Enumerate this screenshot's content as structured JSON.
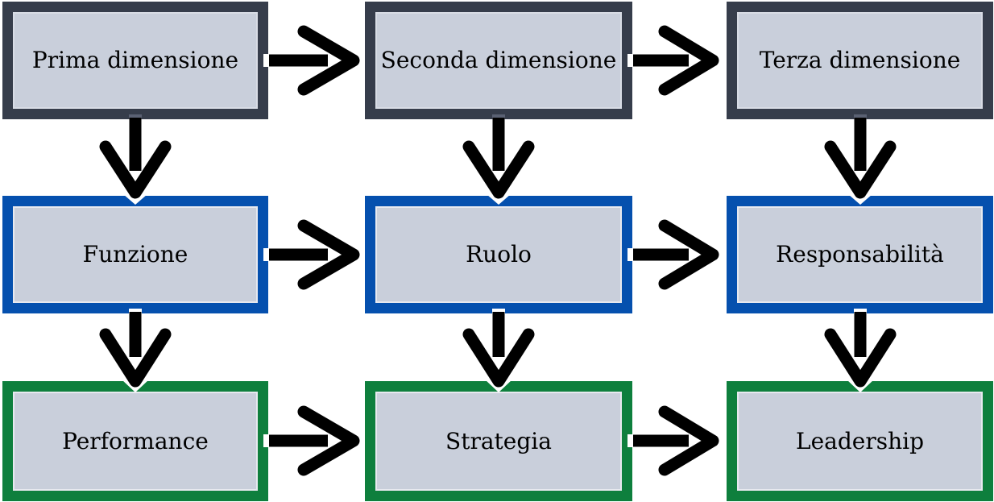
{
  "colors": {
    "row1_border": "#363d4b",
    "row2_border": "#0550ae",
    "row3_border": "#0e7f3d",
    "box_fill": "#c9cfdb",
    "arrow": "#000000",
    "background": "#ffffff",
    "notch_gray": "#5a6173"
  },
  "rows": [
    {
      "boxes": [
        {
          "label": "Prima dimensione"
        },
        {
          "label": "Seconda dimensione"
        },
        {
          "label": "Terza dimensione"
        }
      ]
    },
    {
      "boxes": [
        {
          "label": "Funzione"
        },
        {
          "label": "Ruolo"
        },
        {
          "label": "Responsabilità"
        }
      ]
    },
    {
      "boxes": [
        {
          "label": "Performance"
        },
        {
          "label": "Strategia"
        },
        {
          "label": "Leadership"
        }
      ]
    }
  ]
}
